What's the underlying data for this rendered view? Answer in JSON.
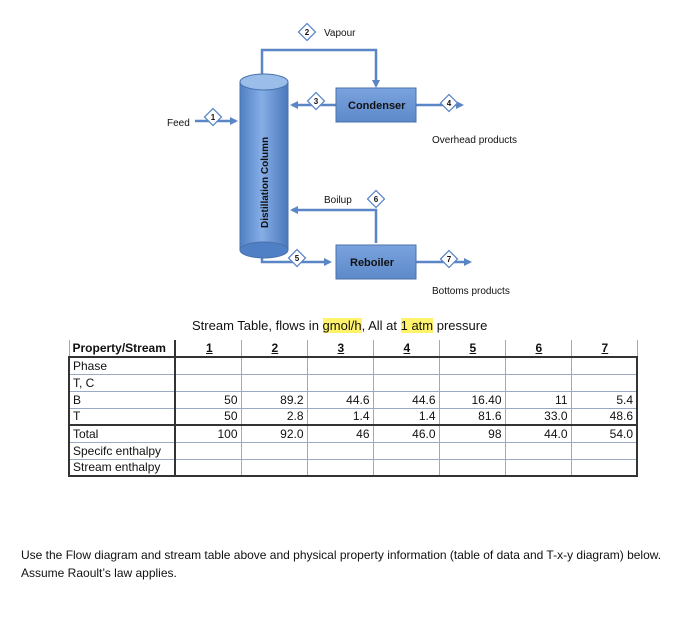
{
  "diagram": {
    "column_label": "Distillation Column",
    "feed_label": "Feed",
    "vapour_label": "Vapour",
    "condenser_label": "Condenser",
    "reboiler_label": "Reboiler",
    "boilup_label": "Boilup",
    "overhead_label": "Overhead products",
    "bottoms_label": "Bottoms products",
    "stream_numbers": [
      "1",
      "2",
      "3",
      "4",
      "5",
      "6",
      "7"
    ],
    "colors": {
      "unit_fill": "#6b96d4",
      "unit_stroke": "#4a72ad",
      "arrow": "#5b86c5",
      "diamond_stroke": "#5b86c5"
    }
  },
  "table_title": {
    "prefix": "Stream Table, flows in ",
    "flow_unit": "gmol/h",
    "middle": ", All at ",
    "pressure": "1 atm",
    "suffix": " pressure",
    "highlight_color": "#fff36b"
  },
  "stream_table": {
    "header_label": "Property/Stream",
    "streams": [
      "1",
      "2",
      "3",
      "4",
      "5",
      "6",
      "7"
    ],
    "rows": [
      {
        "label": "Phase",
        "values": [
          "",
          "",
          "",
          "",
          "",
          "",
          ""
        ]
      },
      {
        "label": "T, C",
        "values": [
          "",
          "",
          "",
          "",
          "",
          "",
          ""
        ]
      },
      {
        "label": "B",
        "values": [
          "50",
          "89.2",
          "44.6",
          "44.6",
          "16.40",
          "11",
          "5.4"
        ]
      },
      {
        "label": "T",
        "values": [
          "50",
          "2.8",
          "1.4",
          "1.4",
          "81.6",
          "33.0",
          "48.6"
        ]
      },
      {
        "label": "Total",
        "values": [
          "100",
          "92.0",
          "46",
          "46.0",
          "98",
          "44.0",
          "54.0"
        ]
      },
      {
        "label": "Specifc enthalpy",
        "values": [
          "",
          "",
          "",
          "",
          "",
          "",
          ""
        ]
      },
      {
        "label": "Stream enthalpy",
        "values": [
          "",
          "",
          "",
          "",
          "",
          "",
          ""
        ]
      }
    ]
  },
  "instructions": "Use the Flow diagram and stream table above and physical property information (table of data and T-x-y diagram) below.  Assume Raoult’s law applies."
}
